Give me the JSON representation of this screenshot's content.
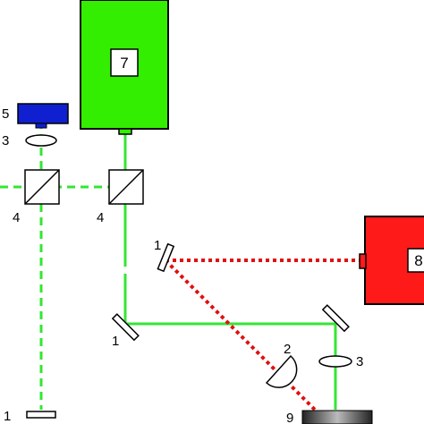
{
  "colors": {
    "green_laser": "#33e633",
    "red_laser": "#e01010",
    "green_unit": "#33ee00",
    "red_unit": "#ff1a1a",
    "blue_unit": "#1020d0",
    "outline": "#000000"
  },
  "labels": {
    "unit_7": "7",
    "unit_8": "8",
    "camera_5": "5",
    "lens_3_left": "3",
    "cube_4_left": "4",
    "cube_4_right": "4",
    "mirror_1_top": "1",
    "mirror_1_bottom": "1",
    "lens_3_right": "3",
    "lens_2": "2",
    "sample_9": "9",
    "mirror_1_left": "1"
  }
}
